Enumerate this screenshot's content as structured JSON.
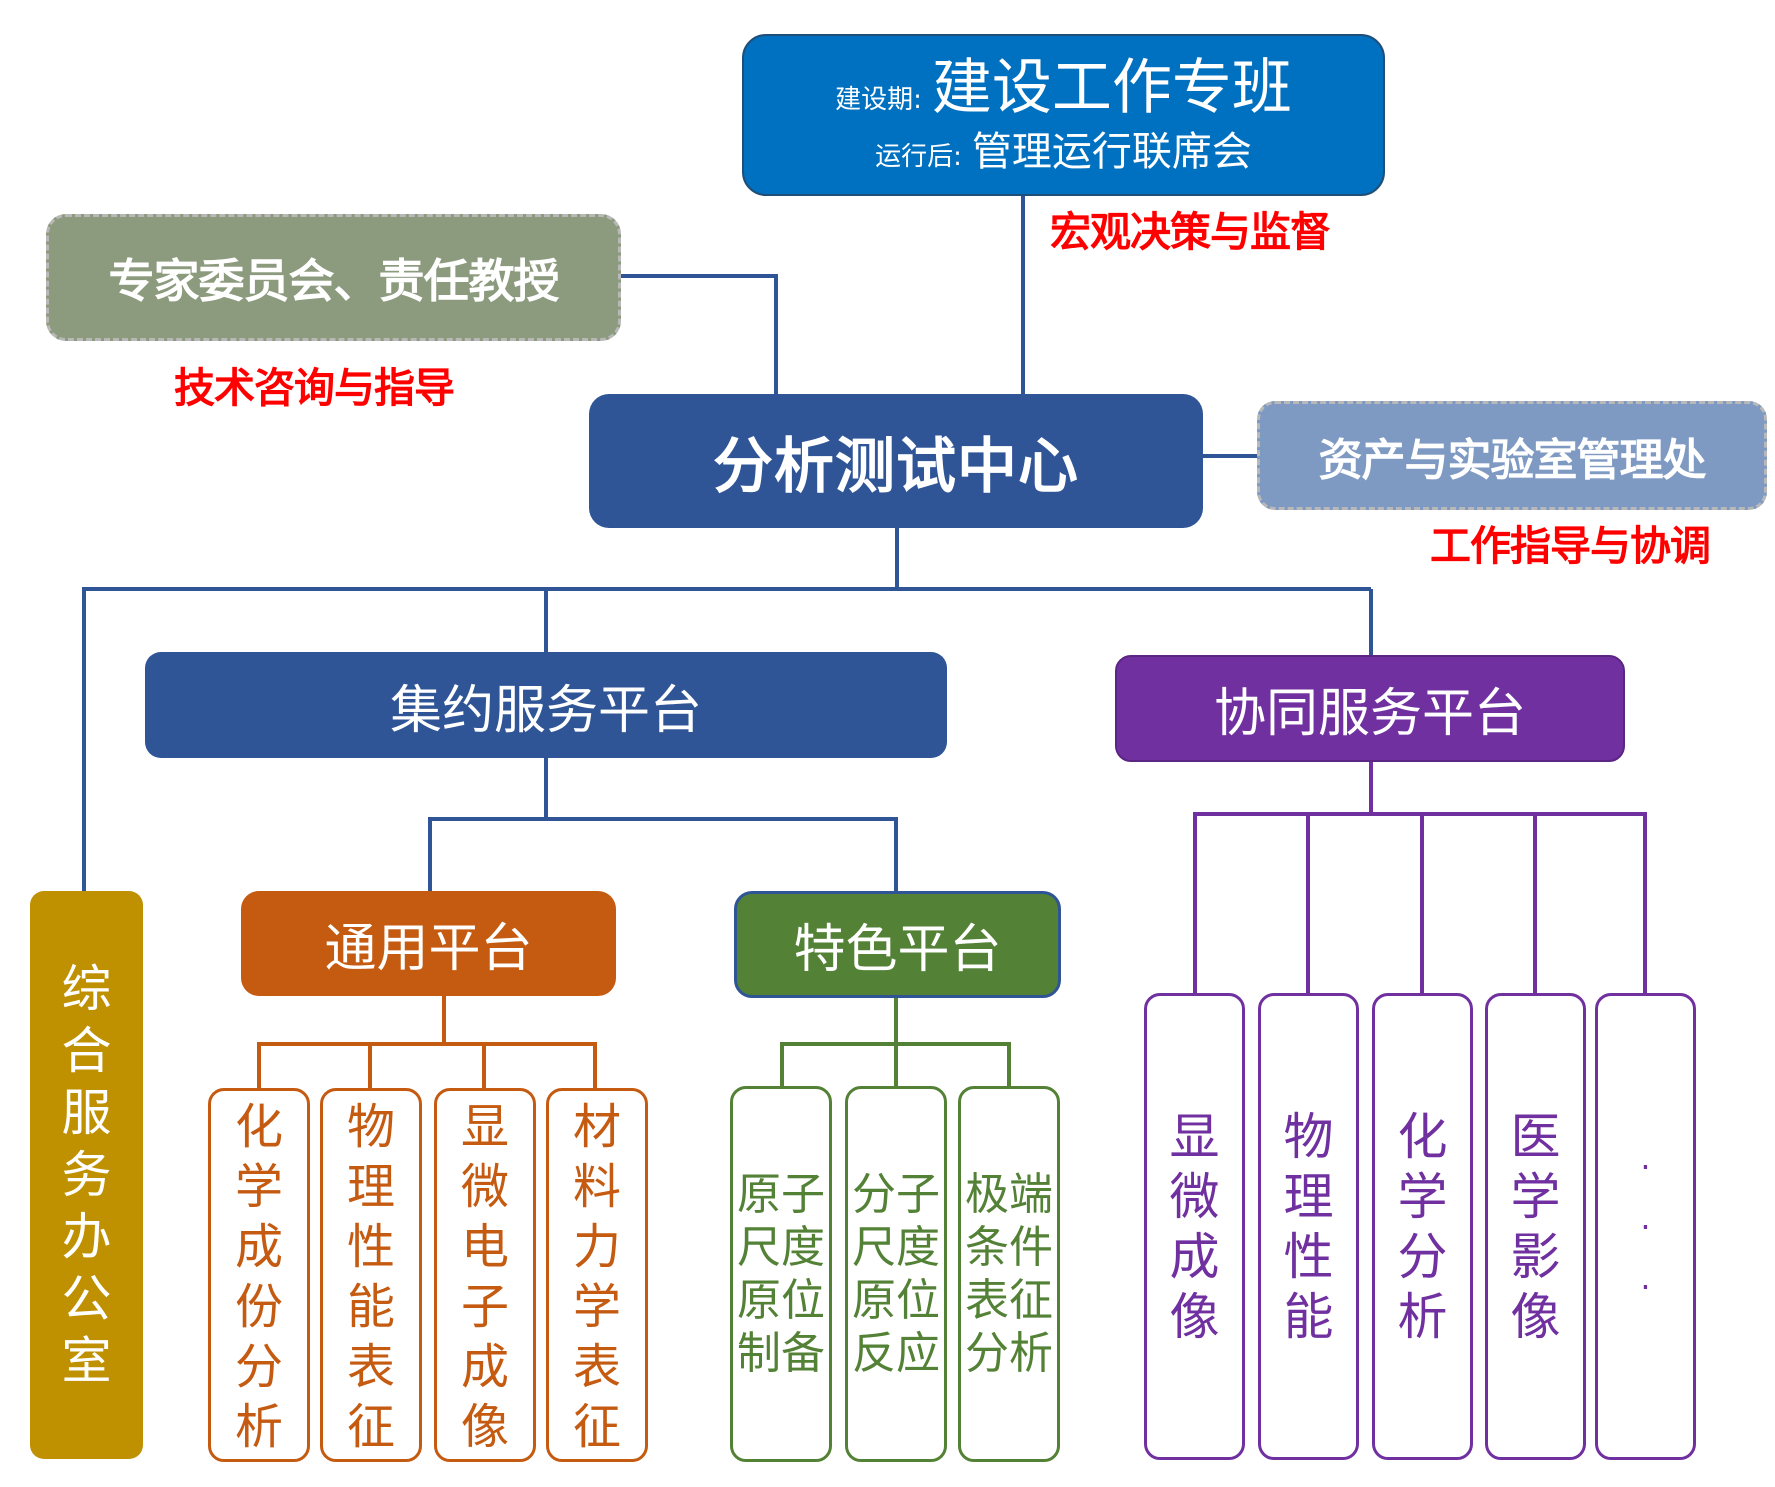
{
  "colors": {
    "top": "#0070c0",
    "center": "#2f5597",
    "expert": "#8c9a7e",
    "asset": "#7f9ac2",
    "intensive": "#2f5597",
    "collab": "#7030a0",
    "general": "#c55a11",
    "special": "#538135",
    "office": "#bf9000",
    "note": "#ff0000"
  },
  "top_box": {
    "line1_prefix": "建设期:",
    "line1_main": "建设工作专班",
    "line2_prefix": "运行后:",
    "line2_main": "管理运行联席会"
  },
  "notes": {
    "top": "宏观决策与监督",
    "expert": "技术咨询与指导",
    "asset": "工作指导与协调"
  },
  "expert_box": "专家委员会、责任教授",
  "center_box": "分析测试中心",
  "asset_box": "资产与实验室管理处",
  "intensive_platform": "集约服务平台",
  "collab_platform": "协同服务平台",
  "general_platform": "通用平台",
  "special_platform": "特色平台",
  "office": [
    "综",
    "合",
    "服",
    "务",
    "办",
    "公",
    "室"
  ],
  "general_children": [
    [
      "化",
      "学",
      "成",
      "份",
      "分",
      "析"
    ],
    [
      "物",
      "理",
      "性",
      "能",
      "表",
      "征"
    ],
    [
      "显",
      "微",
      "电",
      "子",
      "成",
      "像"
    ],
    [
      "材",
      "料",
      "力",
      "学",
      "表",
      "征"
    ]
  ],
  "special_children": [
    [
      "原",
      "子",
      "尺",
      "度",
      "原",
      "位",
      "制",
      "备"
    ],
    [
      "分",
      "子",
      "尺",
      "度",
      "原",
      "位",
      "反",
      "应"
    ],
    [
      "极",
      "端",
      "条",
      "件",
      "表",
      "征",
      "分",
      "析"
    ]
  ],
  "collab_children": [
    [
      "显",
      "微",
      "成",
      "像"
    ],
    [
      "物",
      "理",
      "性",
      "能"
    ],
    [
      "化",
      "学",
      "分",
      "析"
    ],
    [
      "医",
      "学",
      "影",
      "像"
    ],
    [
      "·",
      "·",
      "·"
    ]
  ]
}
